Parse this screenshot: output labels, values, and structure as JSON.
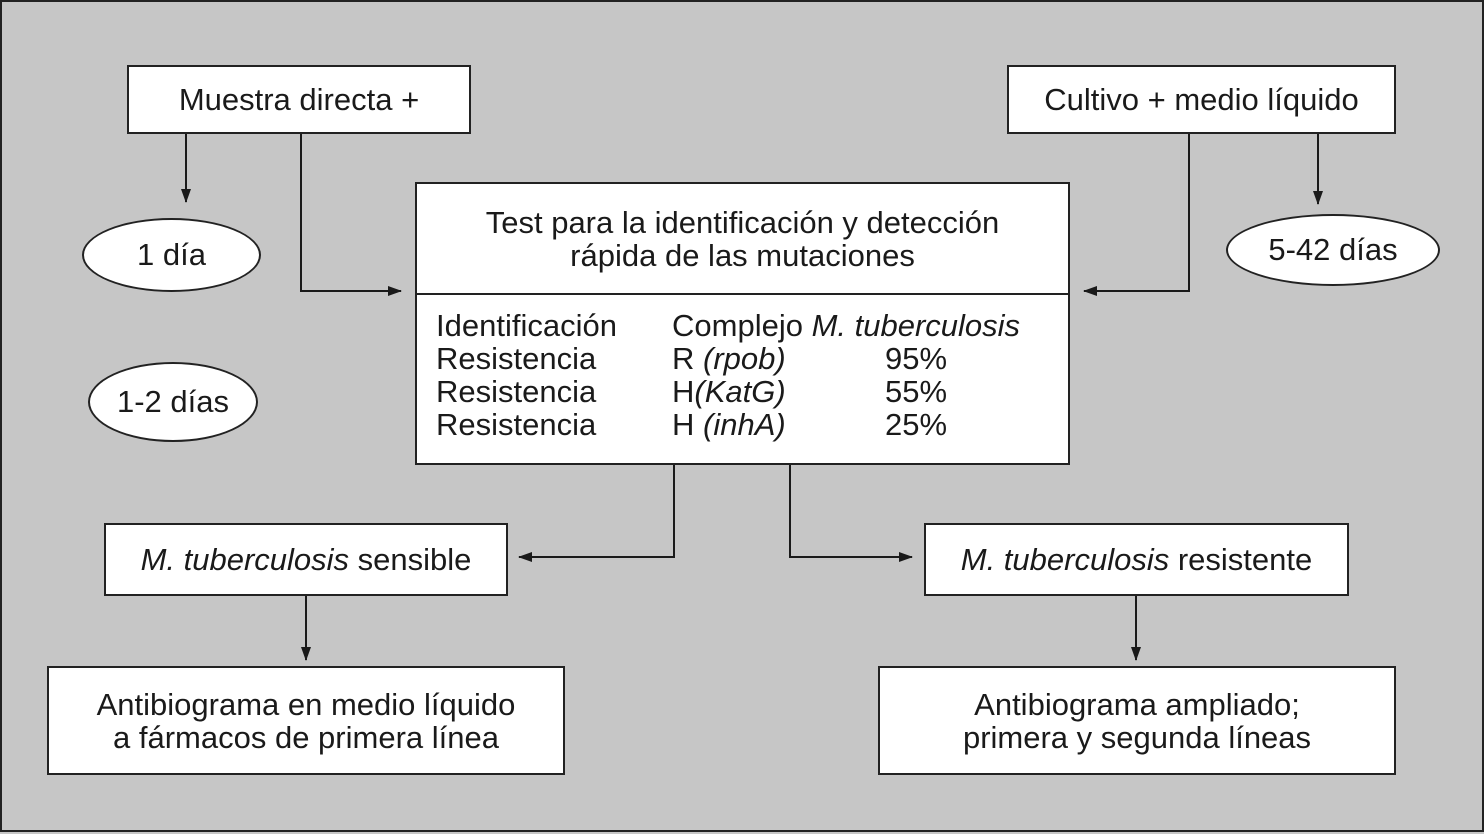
{
  "top_left_box": "Muestra directa +",
  "top_right_box": "Cultivo + medio líquido",
  "ellipses": {
    "one_day": "1 día",
    "one_two_days": "1-2 días",
    "five_42_days": "5-42 días"
  },
  "test_box": {
    "title_line1": "Test para la identificación y detección",
    "title_line2": "rápida de las mutaciones",
    "rows": [
      {
        "label": "Identificación",
        "gene_plain": "Complejo ",
        "gene_italic": "M. tuberculosis",
        "percent": ""
      },
      {
        "label": "Resistencia",
        "gene_plain": "R ",
        "gene_italic": "(rpob)",
        "percent": "95%"
      },
      {
        "label": "Resistencia",
        "gene_plain": "H",
        "gene_italic": "(KatG)",
        "percent": "55%"
      },
      {
        "label": "Resistencia",
        "gene_plain": "H ",
        "gene_italic": "(inhA)",
        "percent": "25%"
      }
    ]
  },
  "sensible_box": {
    "italic": "M. tuberculosis",
    "plain": " sensible"
  },
  "resistente_box": {
    "italic": "M. tuberculosis",
    "plain": " resistente"
  },
  "bottom_left_box": {
    "line1": "Antibiograma en medio líquido",
    "line2": "a fármacos de primera línea"
  },
  "bottom_right_box": {
    "line1": "Antibiograma ampliado;",
    "line2": "primera y segunda líneas"
  }
}
